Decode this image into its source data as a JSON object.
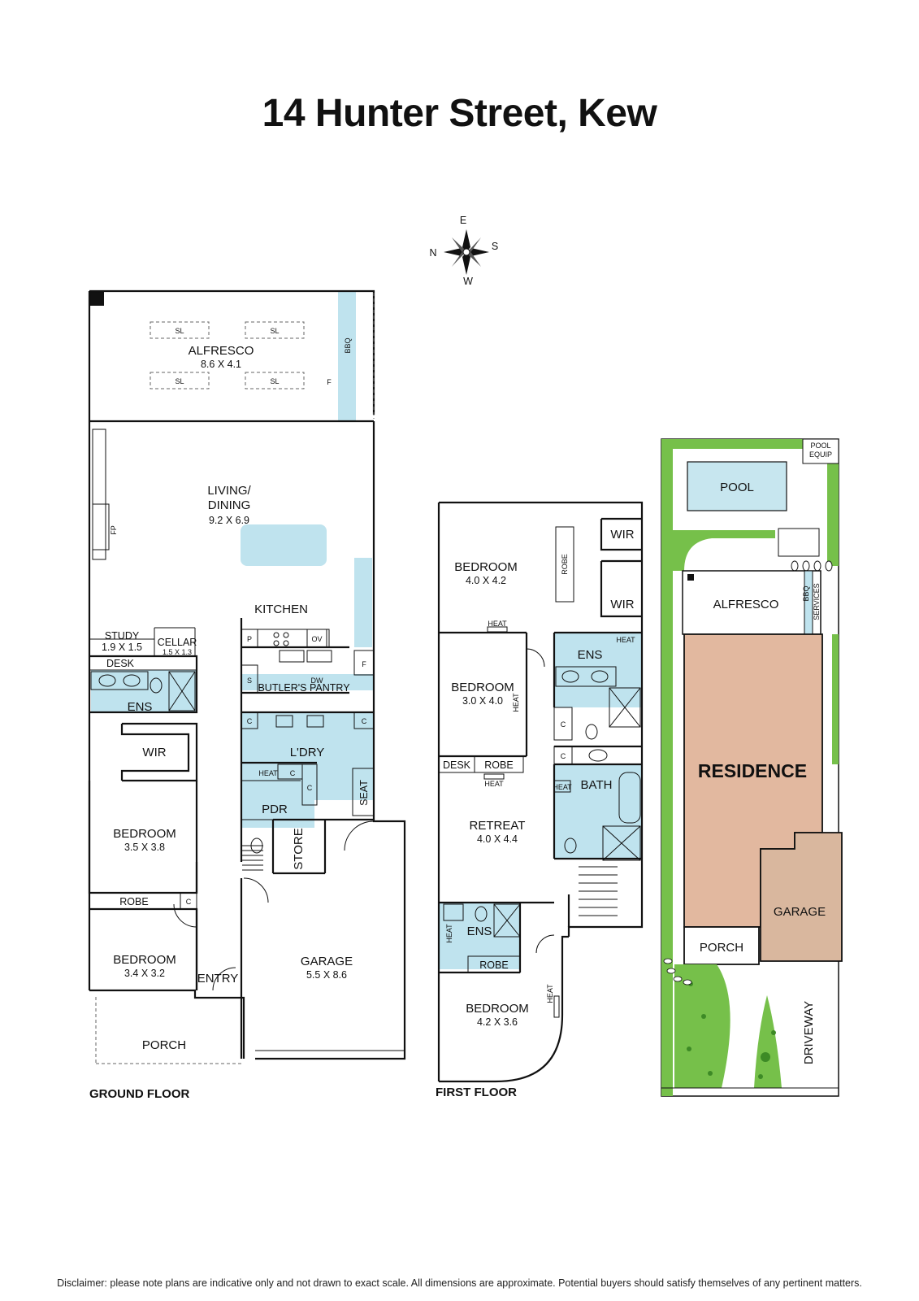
{
  "title": "14 Hunter Street, Kew",
  "disclaimer": "Disclaimer: please note plans are indicative only and not drawn to exact scale. All dimensions are approximate. Potential buyers should satisfy themselves of any pertinent matters.",
  "compass": {
    "north": "N",
    "east": "E",
    "south": "S",
    "west": "W"
  },
  "ground_floor": {
    "label": "GROUND FLOOR",
    "alfresco": {
      "name": "ALFRESCO",
      "size": "8.6 X 4.1"
    },
    "skylight": "SL",
    "bbq": "BBQ",
    "fridge": "F",
    "living": {
      "name": "LIVING/",
      "name2": "DINING",
      "size": "9.2 X 6.9"
    },
    "fireplace": "FP",
    "kitchen": "KITCHEN",
    "study": {
      "name": "STUDY",
      "size": "1.9 X 1.5"
    },
    "cellar": {
      "name": "CELLAR",
      "size": "1.5 X 1.3"
    },
    "desk": "DESK",
    "pantry": "P",
    "oven": "OV",
    "dishwasher": "DW",
    "shelf": "S",
    "butlers_pantry": "BUTLER'S PANTRY",
    "ens": "ENS",
    "cupboard": "C",
    "laundry": "L'DRY",
    "wir": "WIR",
    "heat": "HEAT",
    "pdr": "PDR",
    "seat": "SEAT",
    "store": "STORE",
    "bedroom_a": {
      "name": "BEDROOM",
      "size": "3.5 X 3.8"
    },
    "robe": "ROBE",
    "bedroom_b": {
      "name": "BEDROOM",
      "size": "3.4 X 3.2"
    },
    "entry": "ENTRY",
    "garage": {
      "name": "GARAGE",
      "size": "5.5 X 8.6"
    },
    "porch": "PORCH"
  },
  "first_floor": {
    "label": "FIRST FLOOR",
    "bedroom_a": {
      "name": "BEDROOM",
      "size": "4.0 X 4.2"
    },
    "robe": "ROBE",
    "wir": "WIR",
    "heat": "HEAT",
    "bedroom_b": {
      "name": "BEDROOM",
      "size": "3.0 X 4.0"
    },
    "ens": "ENS",
    "cupboard": "C",
    "desk": "DESK",
    "bath": "BATH",
    "retreat": {
      "name": "RETREAT",
      "size": "4.0 X 4.4"
    },
    "bedroom_c": {
      "name": "BEDROOM",
      "size": "4.2 X 3.6"
    }
  },
  "site": {
    "pool": "POOL",
    "pool_equip": "POOL",
    "pool_equip2": "EQUIP",
    "alfresco": "ALFRESCO",
    "bbq": "BBQ",
    "services": "SERVICES",
    "residence": "RESIDENCE",
    "garage": "GARAGE",
    "porch": "PORCH",
    "driveway": "DRIVEWAY"
  },
  "colors": {
    "wet_area": "#bfe3ee",
    "residence": "#e2b89f",
    "garage": "#d9b79e",
    "garden": "#76c04a",
    "pool": "#c7e6ef"
  }
}
